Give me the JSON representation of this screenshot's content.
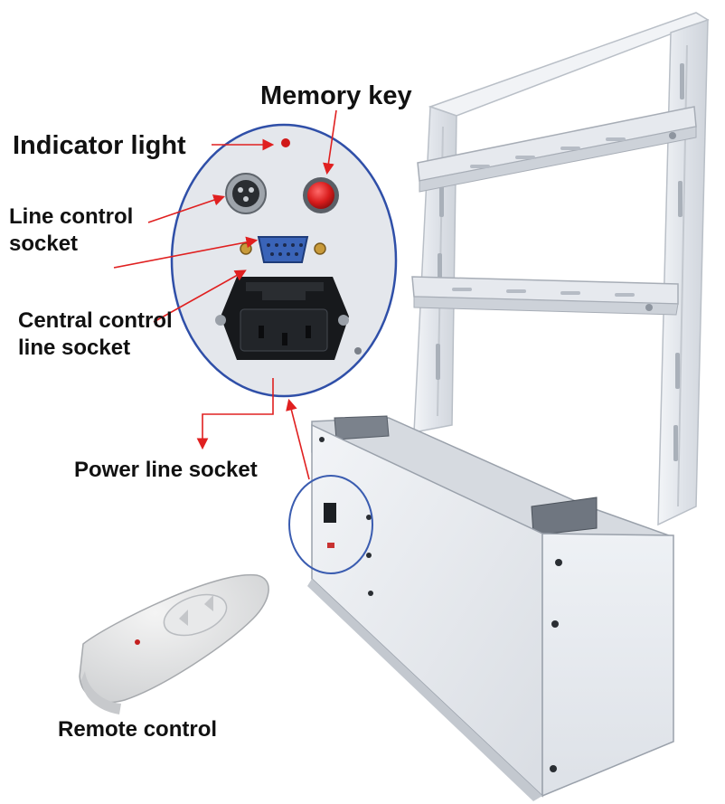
{
  "labels": {
    "memory_key": "Memory key",
    "indicator_light": "Indicator light",
    "line_control_1": "Line control",
    "line_control_2": "socket",
    "central_control_1": "Central control",
    "central_control_2": "line socket",
    "power_line": "Power line socket",
    "remote_control": "Remote control"
  },
  "colors": {
    "arrow": "#e02020",
    "frame": "#e4e8ee",
    "inset_circle": "#2f4fa8",
    "memory_button": "#d81c1c",
    "indicator": "#d01818",
    "serial_port": "#3a64b8"
  }
}
